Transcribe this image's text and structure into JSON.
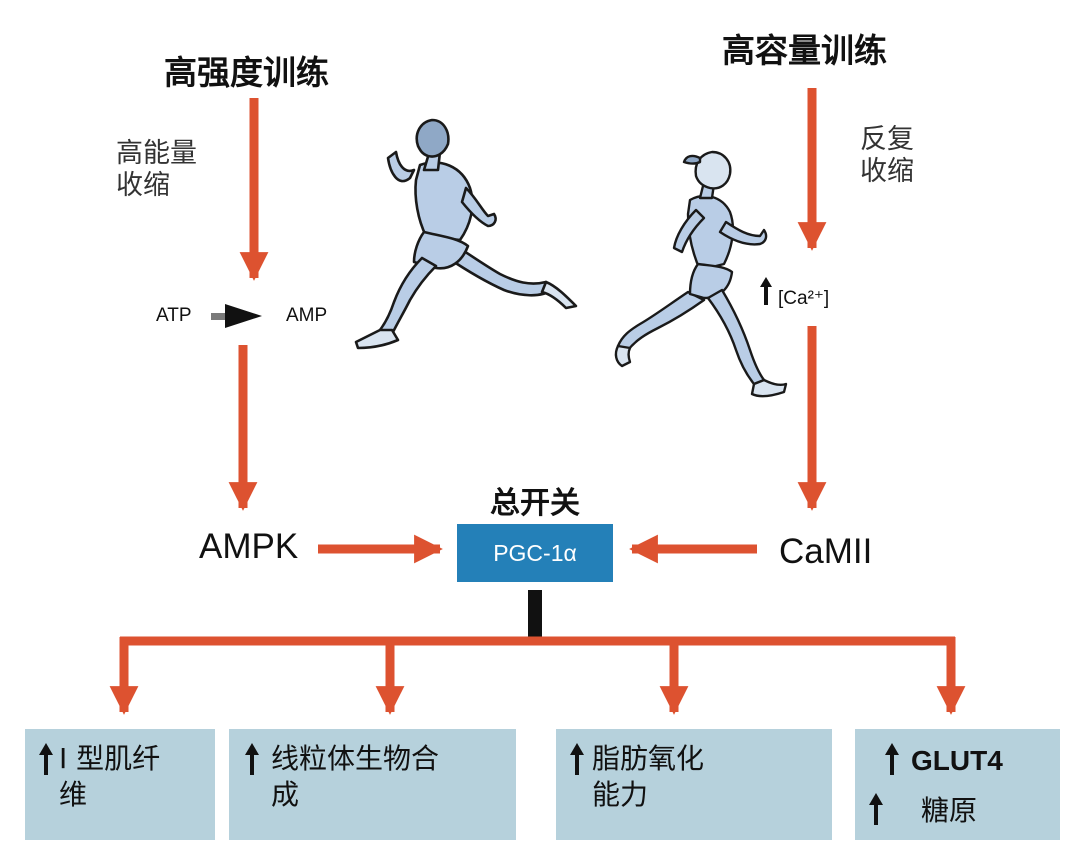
{
  "colors": {
    "arrow": "#dd5230",
    "hub_box": "#2480b8",
    "outcome_box": "#b6d1dc",
    "stem": "#111111",
    "figure_fill": "#b9cde6",
    "figure_stroke": "#1a1a1a"
  },
  "left_pathway": {
    "title": "高强度训练",
    "note": "高能量\n收缩",
    "atp": "ATP",
    "amp": "AMP",
    "node": "AMPK"
  },
  "right_pathway": {
    "title": "高容量训练",
    "note": "反复\n收缩",
    "calcium": "[Ca²⁺]",
    "node": "CaMII"
  },
  "hub": {
    "label": "总开关",
    "box_text": "PGC-1α"
  },
  "outcomes": [
    {
      "lines": [
        "I 型肌纤",
        "维"
      ]
    },
    {
      "lines": [
        "线粒体生物合",
        "成"
      ]
    },
    {
      "lines": [
        "脂肪氧化",
        "能力"
      ]
    },
    {
      "lines": [
        "GLUT4",
        "糖原"
      ]
    }
  ],
  "icons": {
    "up_arrow": "up-arrow-icon",
    "atp_arrow": "black-right-arrow-icon",
    "sprinter": "sprinter-figure-icon",
    "jogger": "jogger-figure-icon"
  }
}
